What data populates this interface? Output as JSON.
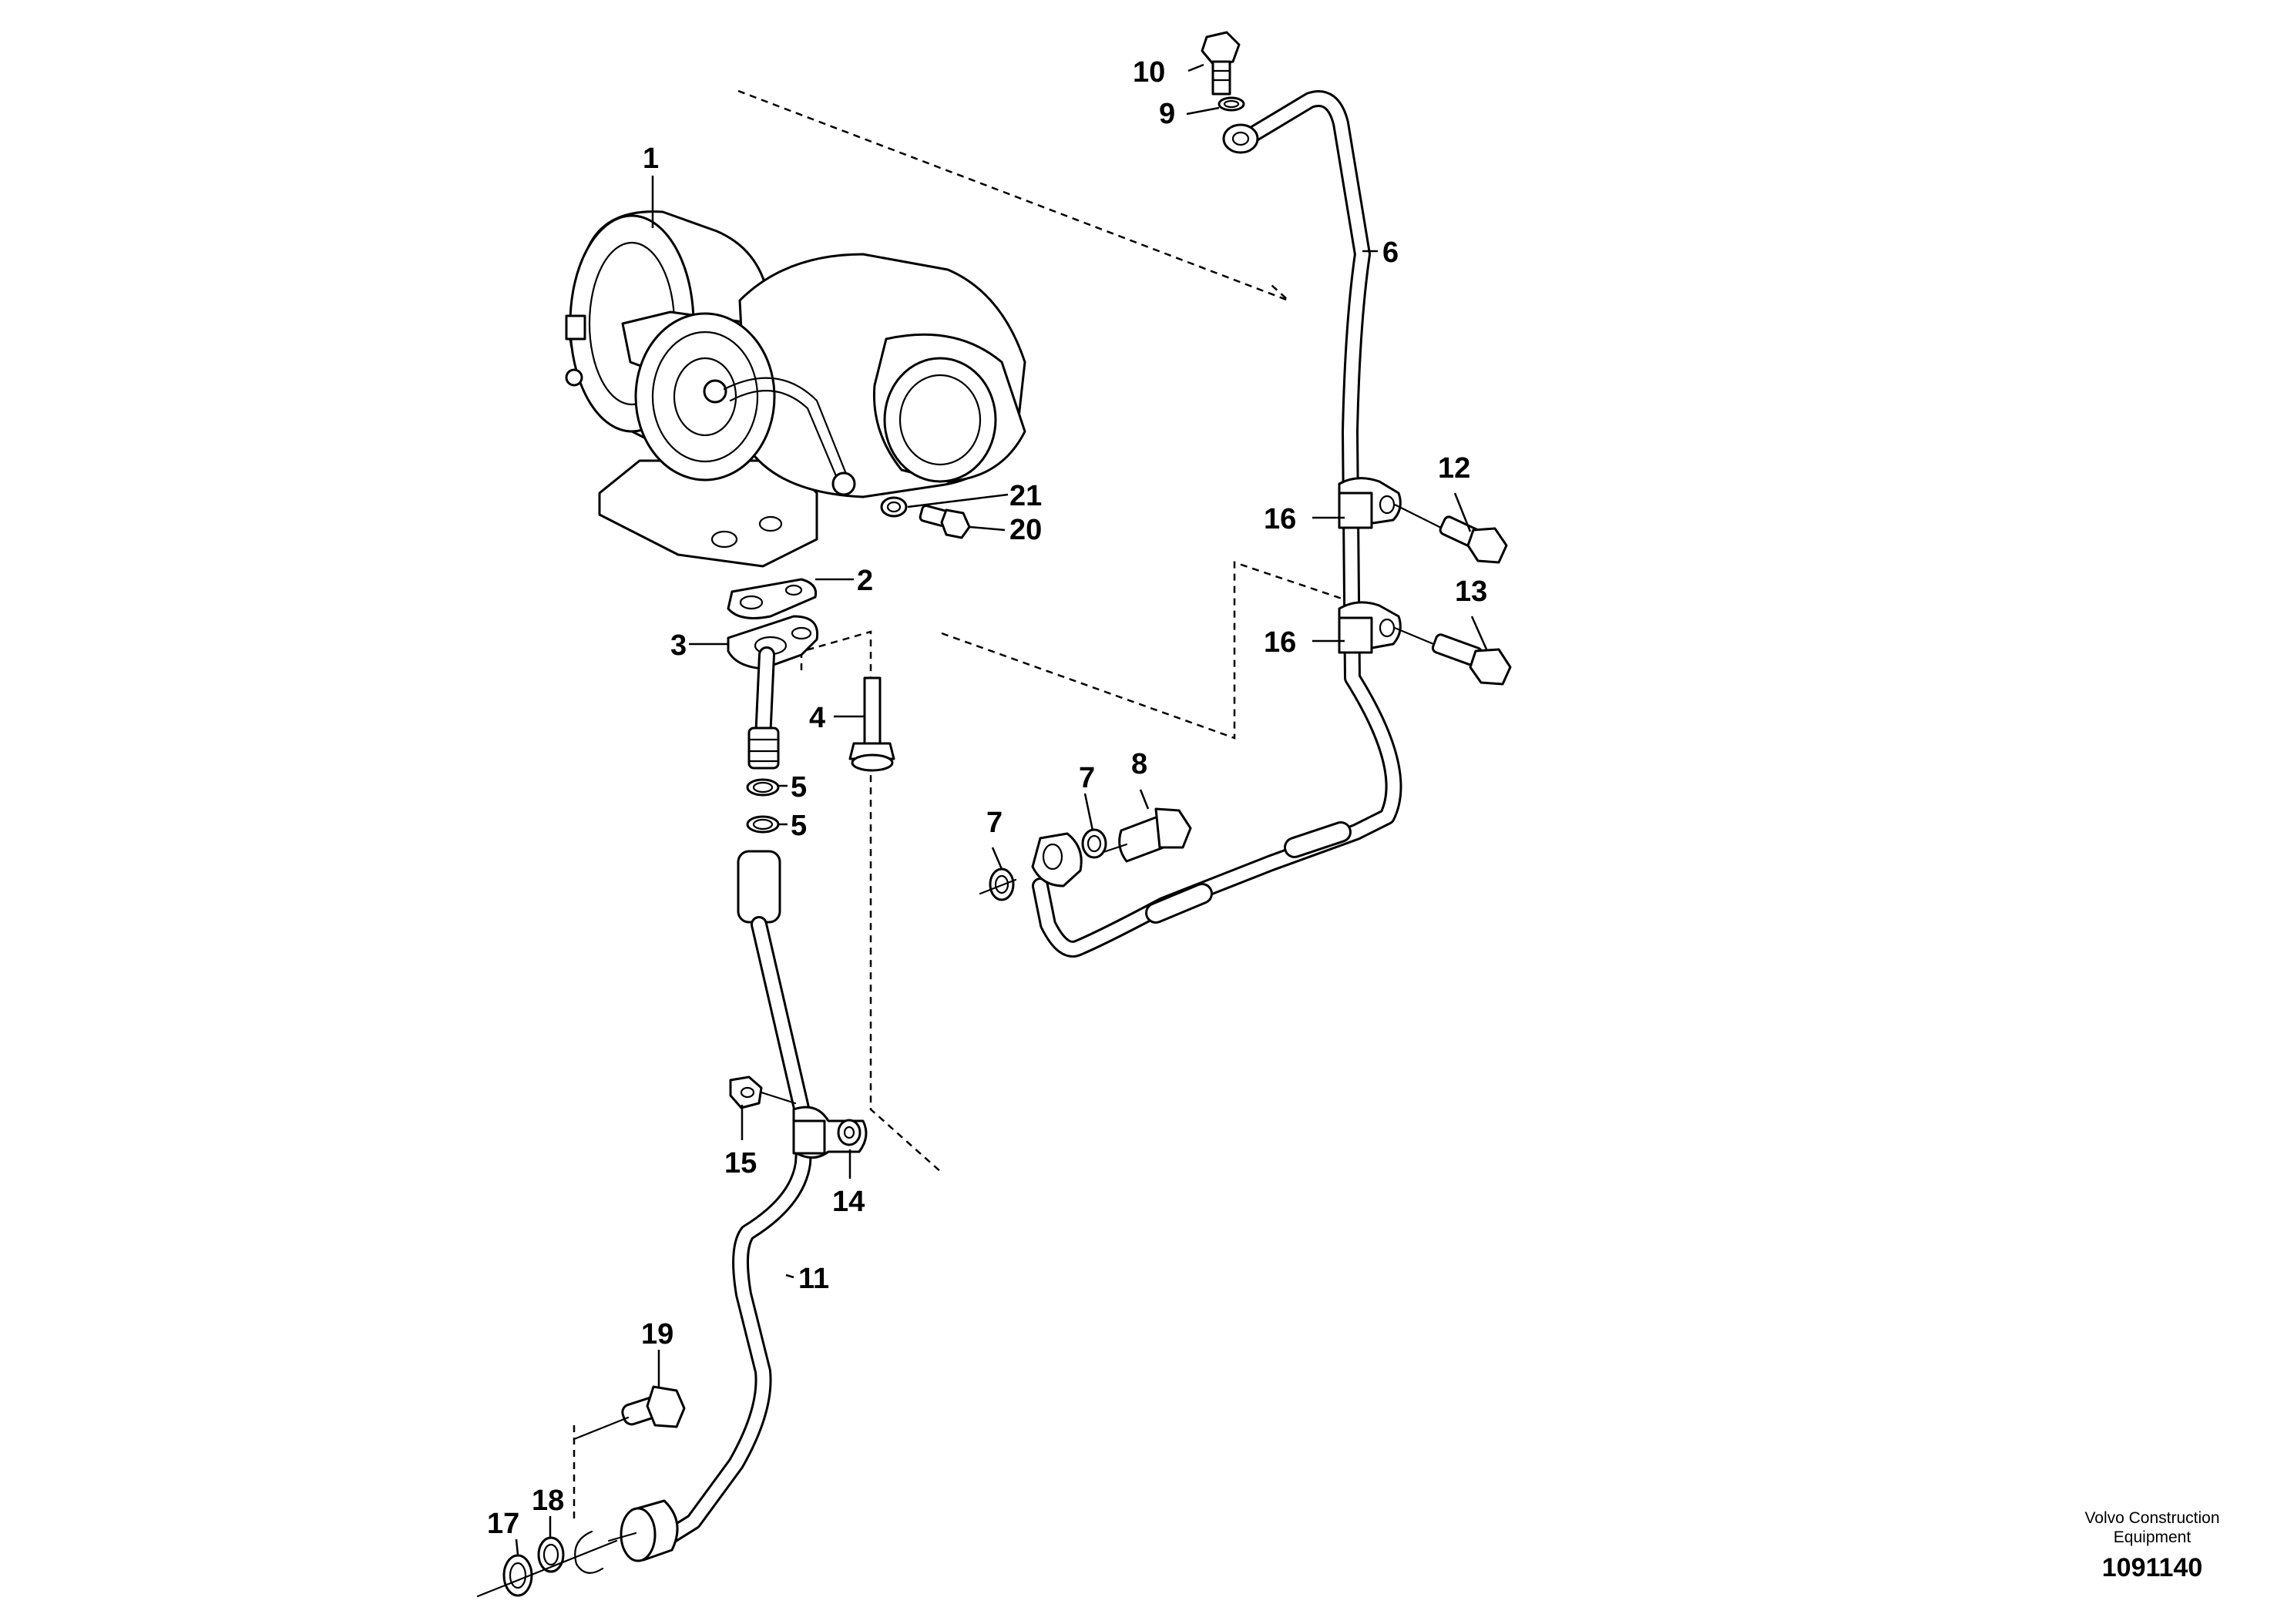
{
  "callouts": {
    "c1": "1",
    "c2": "2",
    "c3": "3",
    "c4": "4",
    "c5a": "5",
    "c5b": "5",
    "c6": "6",
    "c7a": "7",
    "c7b": "7",
    "c8": "8",
    "c9": "9",
    "c10": "10",
    "c11": "11",
    "c12": "12",
    "c13": "13",
    "c14": "14",
    "c15": "15",
    "c16a": "16",
    "c16b": "16",
    "c17": "17",
    "c18": "18",
    "c19": "19",
    "c20": "20",
    "c21": "21"
  },
  "footer": {
    "manufacturer": "Volvo Construction Equipment",
    "drawing_number": "1091140"
  },
  "colors": {
    "line": "#000000",
    "background": "#ffffff"
  }
}
